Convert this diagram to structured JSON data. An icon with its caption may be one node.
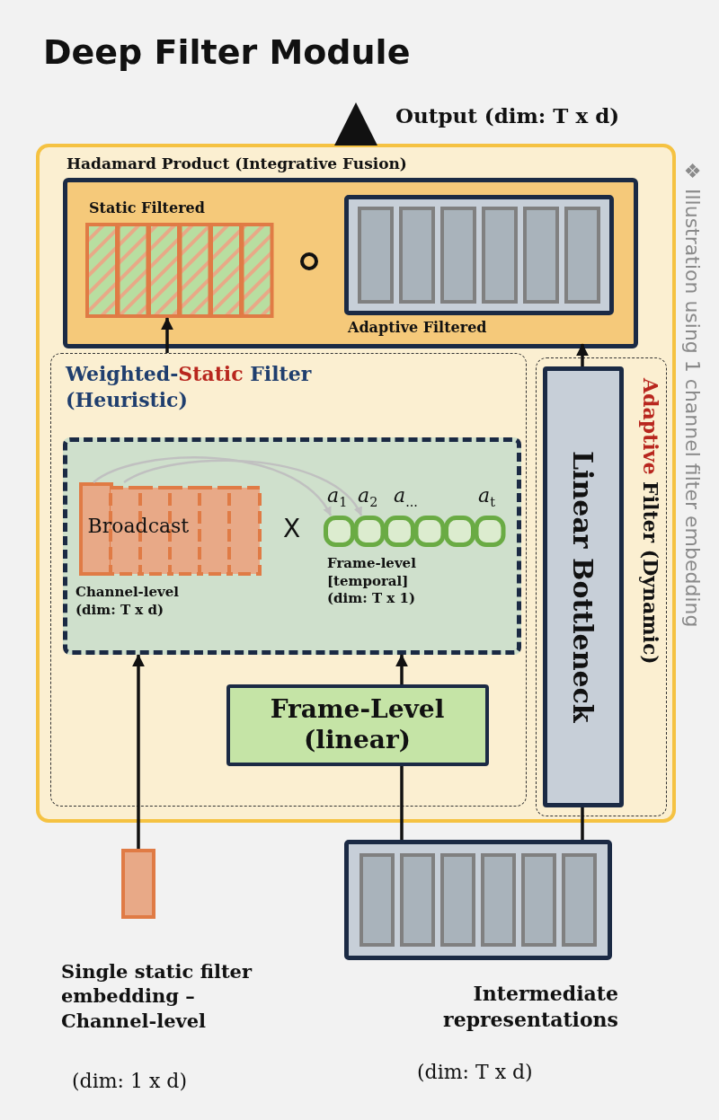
{
  "diagram": {
    "title": "Deep Filter Module",
    "nodes": [
      {
        "text": [],
        "shape": "box"
      },
      {
        "text": [
          "Hadamard Product (Integrative Fusion)"
        ],
        "in": 0
      },
      {
        "text": [
          "Static Filtered"
        ],
        "in": 1
      },
      {
        "text": [
          "Adaptive Filtered"
        ],
        "in": 1
      },
      {
        "text": [
          "Weighted-**Static** Filter (Heuristic)"
        ],
        "in": 0
      },
      {
        "text": [],
        "shape": "box",
        "in": 4
      },
      {
        "text": [
          "Broadcast"
        ],
        "beside": [
          "Channel-level (dim: T x d)"
        ],
        "in": 5
      },
      {
        "text": [],
        "shape": "bar",
        "beside": [
          "*a*$_{1}$",
          "*a*$_{2}$",
          "*a*$_{...}$",
          "*a*$_{t}$",
          "Frame-level [temporal] (dim: T x 1)"
        ],
        "in": 5
      },
      {
        "text": [
          "Frame-Level (linear)"
        ],
        "in": 4
      },
      {
        "text": [
          "**Adaptive** Filter (Dynamic)"
        ],
        "in": 0
      },
      {
        "text": [
          "Linear Bottleneck"
        ],
        "in": 9
      },
      {
        "text": [],
        "shape": "bar",
        "beside": [
          "Single static filter embedding – Channel-level",
          "(dim: 1 x d)"
        ]
      },
      {
        "text": [],
        "shape": "box",
        "beside": [
          "Intermediate representations",
          "(dim: T x d)"
        ]
      },
      {
        "text": [
          "Output (dim: T x d)"
        ]
      }
    ],
    "edges": [
      {
        "from": 0,
        "to": 13,
        "arrow": "to",
        "style": "thick"
      },
      {
        "from": 4,
        "to": 2,
        "arrow": "to"
      },
      {
        "from": 10,
        "to": 3,
        "arrow": "to"
      },
      {
        "from": 11,
        "to": 5,
        "arrow": "to"
      },
      {
        "from": 8,
        "to": 5,
        "arrow": "to"
      },
      {
        "from": 12,
        "to": 8,
        "arrow": "none"
      },
      {
        "from": 12,
        "to": 10,
        "arrow": "none"
      },
      {
        "from": 6,
        "to": 7,
        "arrow": "to",
        "color": "#c0c0c0"
      },
      {
        "from": 6,
        "to": 7,
        "arrow": "to",
        "color": "#c0c0c0"
      }
    ],
    "labels": [
      "X",
      "❖ Illustration using 1 channel filter embedding"
    ]
  }
}
